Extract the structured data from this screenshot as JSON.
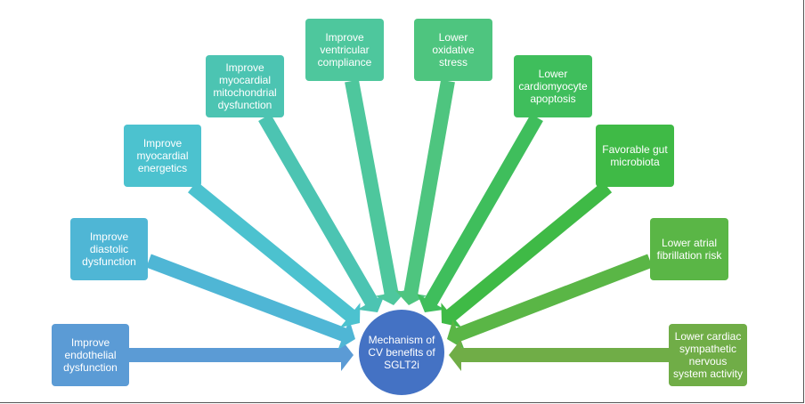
{
  "hub": {
    "label": "Mechanism of CV benefits of SGLT2i",
    "color": "#4472c4"
  },
  "nodes": [
    {
      "label": "Improve endothelial dysfunction",
      "color": "#5b9bd5"
    },
    {
      "label": "Improve diastolic dysfunction",
      "color": "#4fb6d5"
    },
    {
      "label": "Improve myocardial energetics",
      "color": "#4cc2cf"
    },
    {
      "label": "Improve myocardial mitochondrial dysfunction",
      "color": "#4cc4b2"
    },
    {
      "label": "Improve ventricular compliance",
      "color": "#4ec79d"
    },
    {
      "label": "Lower oxidative stress",
      "color": "#4ec57f"
    },
    {
      "label": "Lower cardiomyocyte apoptosis",
      "color": "#3fbe5c"
    },
    {
      "label": "Favorable gut microbiota",
      "color": "#3fba46"
    },
    {
      "label": "Lower atrial fibrillation risk",
      "color": "#5ab646"
    },
    {
      "label": "Lower cardiac sympathetic nervous system activity",
      "color": "#70ad47"
    }
  ]
}
